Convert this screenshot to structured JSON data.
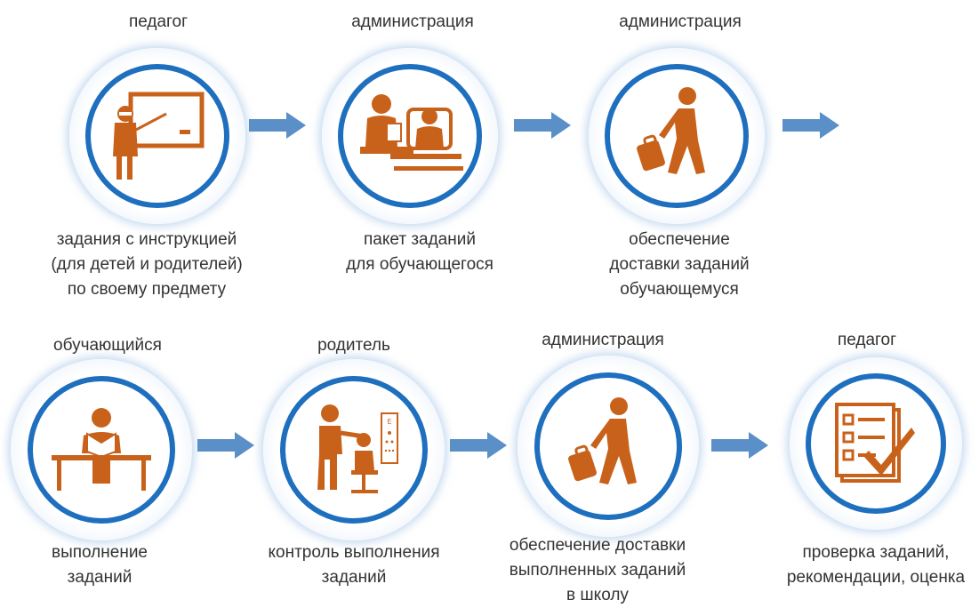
{
  "colors": {
    "ring": "#1f6fbf",
    "icon": "#c8621b",
    "arrow": "#5a8fc8"
  },
  "row1": [
    {
      "role": "педагог",
      "icon": "teacher-at-board-icon",
      "caption": [
        "задания с инструкцией",
        "(для детей и родителей)",
        "по своему предмету"
      ]
    },
    {
      "role": "администрация",
      "icon": "admin-desk-icon",
      "caption": [
        "пакет заданий",
        "для обучающегося"
      ]
    },
    {
      "role": "администрация",
      "icon": "walking-courier-icon",
      "caption": [
        "обеспечение",
        "доставки заданий",
        "обучающемуся"
      ]
    }
  ],
  "row2": [
    {
      "role": "обучающийся",
      "icon": "student-reading-icon",
      "caption": [
        "выполнение",
        "заданий"
      ]
    },
    {
      "role": "родитель",
      "icon": "parent-checking-icon",
      "caption": [
        "контроль выполнения",
        "заданий"
      ]
    },
    {
      "role": "администрация",
      "icon": "walking-courier-icon",
      "caption": [
        "обеспечение доставки",
        "выполненных заданий",
        "в школу"
      ]
    },
    {
      "role": "педагог",
      "icon": "checklist-icon",
      "caption": [
        "проверка заданий,",
        "рекомендации, оценка"
      ]
    }
  ]
}
